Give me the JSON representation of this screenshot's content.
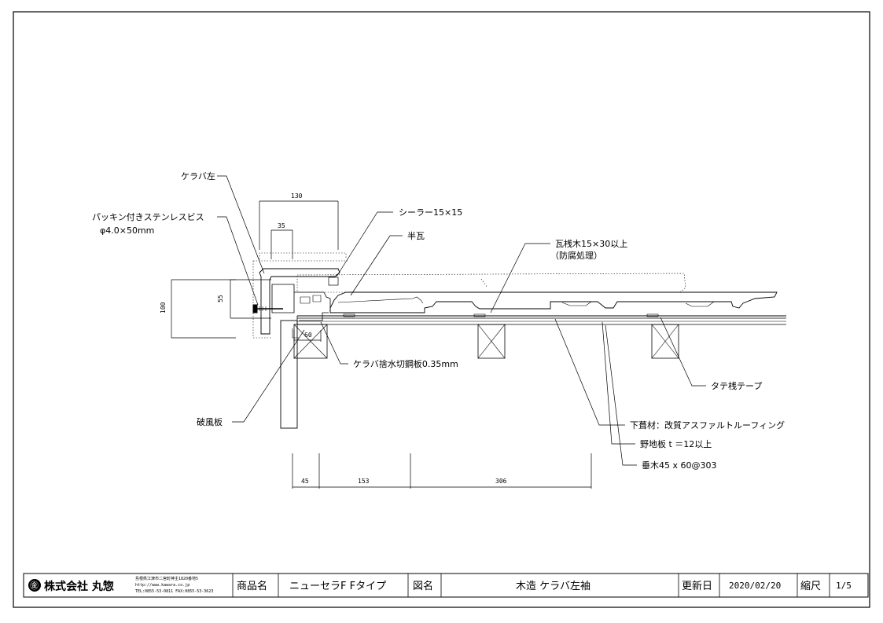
{
  "labels": {
    "kerabaLeft": "ケラバ左",
    "packingScrew": "パッキン付きステンレスビス",
    "screwSize": "φ4.0×50mm",
    "sealer": "シーラー15×15",
    "halfTile": "半瓦",
    "battenLine1": "瓦桟木15×30以上",
    "battenLine2": "（防腐処理）",
    "flashing": "ケラバ捨水切鋼板0.35mm",
    "verticalTape": "タテ桟テープ",
    "bargeBoard": "破風板",
    "underlay": "下葺材：改質アスファルトルーフィング",
    "sheathing": "野地板 t ＝12以上",
    "rafter": "垂木45 x 60@303"
  },
  "dimensions": {
    "d130": "130",
    "d35": "35",
    "d55": "55",
    "d100": "100",
    "d60": "60",
    "d45": "45",
    "d153": "153",
    "d306": "306"
  },
  "titleBlock": {
    "companyName": "株式会社 丸惣",
    "logoText": "㊎",
    "address": "島根県江津市二宮町神主1820番地5",
    "url": "http://www.kawara.co.jp",
    "phone": "TEL:0855-53-0811 FAX:0855-53-3623",
    "productLabel": "商品名",
    "productName": "ニューセラF Fタイプ",
    "drawingLabel": "図名",
    "drawingName": "木造 ケラバ左袖",
    "updatedLabel": "更新日",
    "updatedDate": "2020/02/20",
    "scaleLabel": "縮尺",
    "scaleValue": "1/5"
  }
}
